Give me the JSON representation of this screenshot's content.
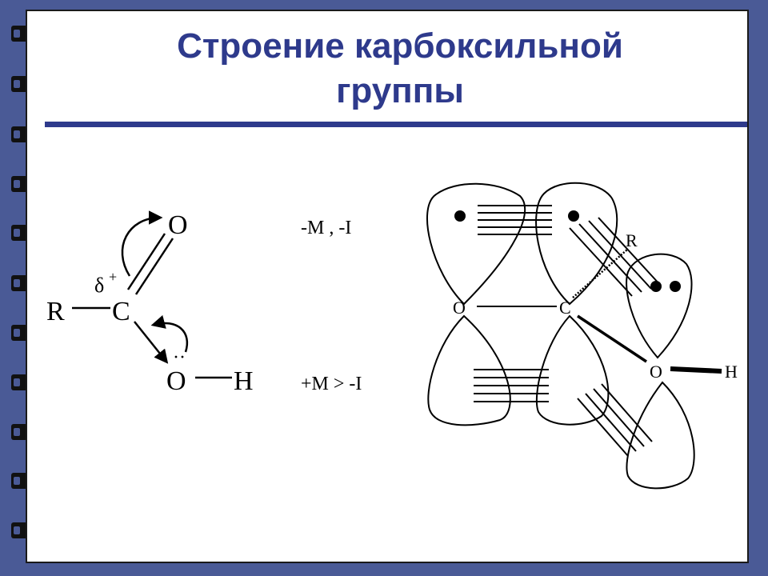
{
  "title": {
    "line1": "Строение  карбоксильной",
    "line2": "группы"
  },
  "formula": {
    "r": "R",
    "c": "C",
    "o_top": "O",
    "o_bottom": "O",
    "o_dots": "··",
    "h": "H",
    "delta": "δ",
    "delta_sign": "+"
  },
  "effects": {
    "carbonyl": "-M , -I",
    "hydroxyl": "+M > -I"
  },
  "orbital": {
    "o_label": "O",
    "c_label": "C",
    "r_label": "R",
    "o2_label": "O",
    "h_label": "H"
  },
  "colors": {
    "background": "#4a5a96",
    "title": "#2e3a8c",
    "ink": "#000000"
  }
}
